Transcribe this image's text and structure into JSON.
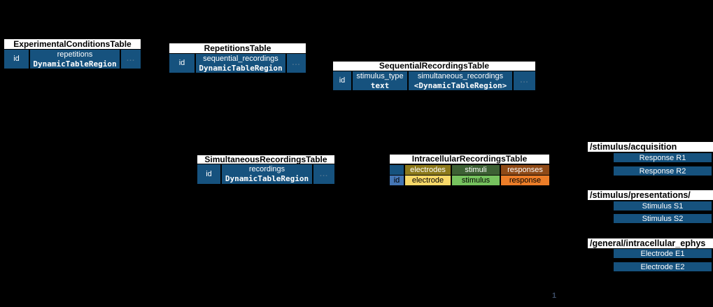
{
  "colors": {
    "background": "#000000",
    "table_blue": "#16527E",
    "header_white": "#FFFFFF",
    "dots_muted": "#4C7390",
    "id_light_blue": "#4576B5",
    "electrodes_dark": "#8C7A1C",
    "stimuli_dark": "#3D6134",
    "responses_dark": "#8F4A17",
    "electrode_light": "#F8D969",
    "stimulus_light": "#76C25E",
    "response_orange": "#EC7D28"
  },
  "tables": {
    "experimental": {
      "title": "ExperimentalConditionsTable",
      "cols": [
        {
          "line1": "id"
        },
        {
          "line1": "repetitions",
          "line2": "DynamicTableRegion"
        },
        {
          "line1": "..."
        }
      ]
    },
    "repetitions": {
      "title": "RepetitionsTable",
      "cols": [
        {
          "line1": "id"
        },
        {
          "line1": "sequential_recordings",
          "line2": "DynamicTableRegion"
        },
        {
          "line1": "..."
        }
      ]
    },
    "sequential": {
      "title": "SequentialRecordingsTable",
      "cols": [
        {
          "line1": "id"
        },
        {
          "line1": "stimulus_type",
          "line2": "text"
        },
        {
          "line1": "simultaneous_recordings",
          "line2": "<DynamicTableRegion>"
        },
        {
          "line1": "..."
        }
      ]
    },
    "simultaneous": {
      "title": "SimultaneousRecordingsTable",
      "cols": [
        {
          "line1": "id"
        },
        {
          "line1": "recordings",
          "line2": "DynamicTableRegion"
        },
        {
          "line1": "..."
        }
      ]
    },
    "intracellular": {
      "title": "IntracellularRecordingsTable",
      "category_row": {
        "c1": "",
        "c2": "electrodes",
        "c3": "stimuli",
        "c4": "responses"
      },
      "column_row": {
        "c1": "id",
        "c2": "electrode",
        "c3": "stimulus",
        "c4": "response"
      }
    }
  },
  "groups": {
    "acquisition": {
      "path": "/stimulus/acquisition",
      "items": [
        "Response R1",
        "Response R2"
      ]
    },
    "presentations": {
      "path": "/stimulus/presentations/",
      "items": [
        "Stimulus S1",
        "Stimulus S2"
      ]
    },
    "ephys": {
      "path": "/general/intracellular_ephys",
      "items": [
        "Electrode E1",
        "Electrode E2"
      ]
    }
  },
  "page_number": "1"
}
